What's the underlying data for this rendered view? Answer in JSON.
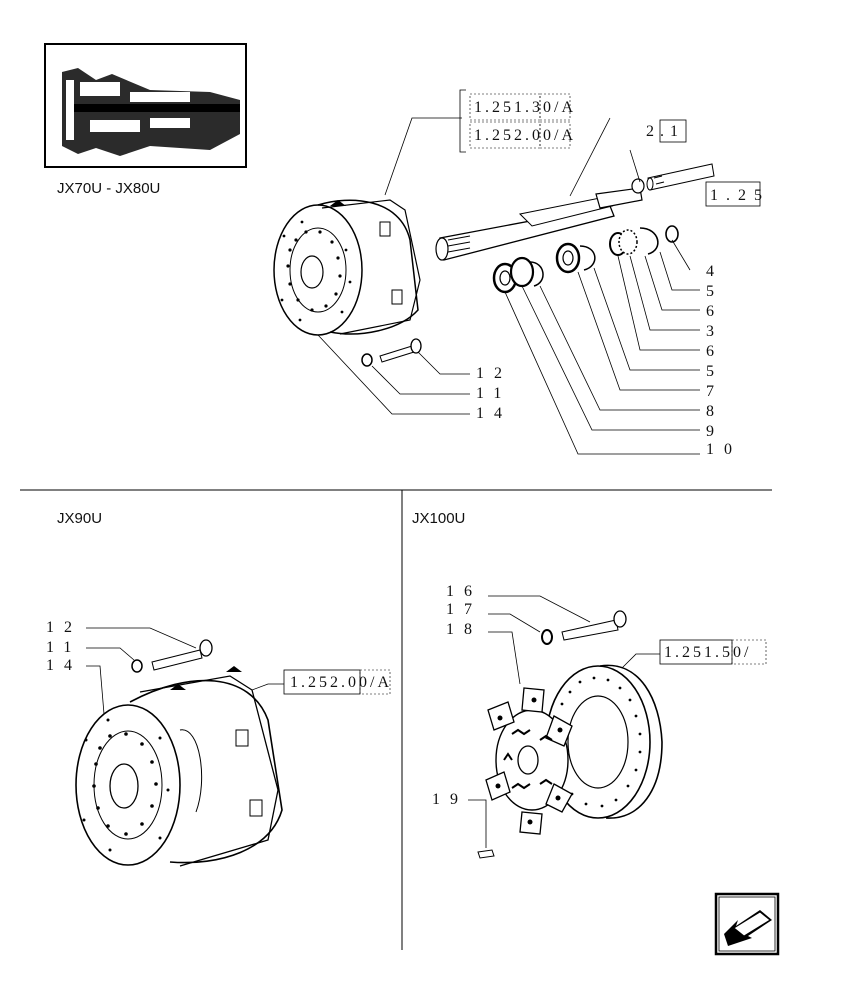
{
  "models": {
    "top": "JX70U - JX80U",
    "bottom_left": "JX90U",
    "bottom_right": "JX100U"
  },
  "refs": {
    "ref_a": "1.251.30/A",
    "ref_b": "1.252.00/A",
    "ref_c": "2.1",
    "ref_d": "1.25",
    "ref_e": "1.252.00/A",
    "ref_f": "1.251.50/"
  },
  "callouts_top": [
    "4",
    "5",
    "6",
    "3",
    "6",
    "5",
    "7",
    "8",
    "9",
    "10",
    "12",
    "11",
    "14"
  ],
  "callouts_left": [
    "12",
    "11",
    "14"
  ],
  "callouts_right": [
    "16",
    "17",
    "18",
    "19"
  ],
  "icons": {
    "nav": "arrow-next-page-icon"
  }
}
